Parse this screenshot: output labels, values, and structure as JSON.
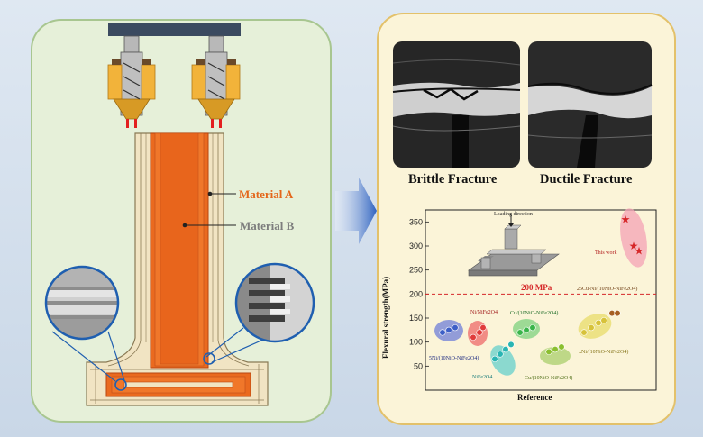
{
  "labels": {
    "material_a": "Material A",
    "material_b": "Material B"
  },
  "photos": {
    "brittle_caption": "Brittle Fracture",
    "ductile_caption": "Ductile Fracture"
  },
  "chart_data": {
    "type": "scatter",
    "xlabel": "Reference",
    "ylabel": "Flexural strength(MPa)",
    "ylim": [
      0,
      375
    ],
    "yticks": [
      50,
      100,
      150,
      200,
      250,
      300,
      350
    ],
    "reference_line": {
      "value": 200,
      "label": "200 MPa",
      "color": "#d62728"
    },
    "inset_label": "Loading direction",
    "groups": [
      {
        "name": "5Ni/(10NiO-NiFe2O4)",
        "color": "#3d5fc7",
        "points": [
          120,
          125,
          130
        ]
      },
      {
        "name": "Ni/NiFe2O4",
        "color": "#e03b3b",
        "points": [
          110,
          120,
          130
        ]
      },
      {
        "name": "NiFe2O4",
        "color": "#29b5b3",
        "points": [
          65,
          75,
          85,
          95
        ]
      },
      {
        "name": "Cu/(10NiO-NiFe2O4)",
        "color": "#3ab54a",
        "points": [
          120,
          125,
          130
        ]
      },
      {
        "name": "Cu/(10NiO-NiFe2O4)",
        "color": "#8bbf2f",
        "points": [
          80,
          85,
          90
        ]
      },
      {
        "name": "xNi/(10NiO-NiFe2O4)",
        "color": "#d7c23a",
        "points": [
          120,
          130,
          140,
          145
        ]
      },
      {
        "name": "25Cu-Ni/(10NiO-NiFe2O4)",
        "color": "#a65f23",
        "points": [
          160,
          160
        ]
      },
      {
        "name": "This work",
        "color": "#d62728",
        "points": [
          355,
          300,
          290
        ]
      }
    ]
  }
}
